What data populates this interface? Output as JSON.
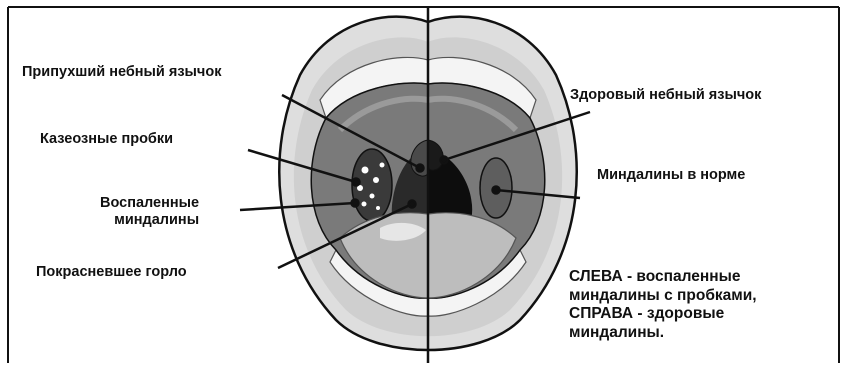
{
  "labels": {
    "swollen_uvula": "Припухший небный язычок",
    "caseous_plugs": "Казеозные пробки",
    "inflamed_tonsils": "Воспаленные\nминдалины",
    "red_throat": "Покрасневшее горло",
    "healthy_uvula": "Здоровый небный язычок",
    "normal_tonsils": "Миндалины в норме"
  },
  "note": "СЛЕВА - воспаленные\nминдалины с пробками,\nСПРАВА - здоровые\nминдалины.",
  "colors": {
    "outline": "#111111",
    "lip": "#dedede",
    "teeth": "#f4f4f4",
    "palate": "#7a7a7a",
    "throat": "#0d0d0d",
    "tongue": "#bdbdbd",
    "inflamed": "#3a3a3a"
  }
}
